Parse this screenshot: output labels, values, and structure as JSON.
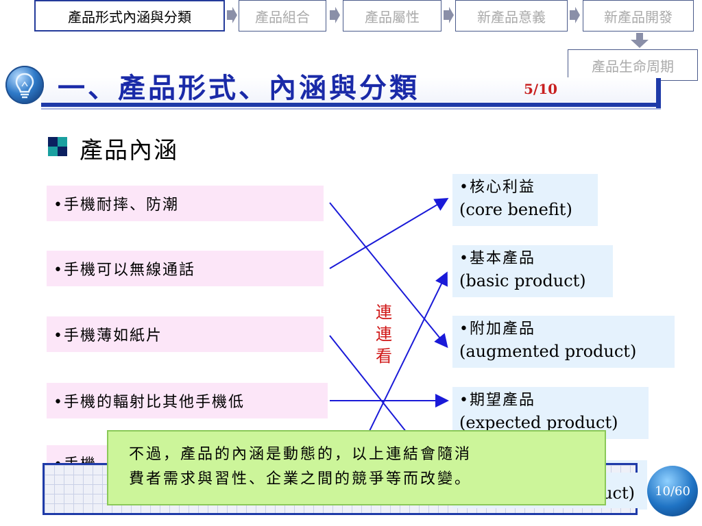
{
  "nav": {
    "items": [
      {
        "label": "產品形式內涵與分類"
      },
      {
        "label": "產品組合"
      },
      {
        "label": "產品屬性"
      },
      {
        "label": "新產品意義"
      },
      {
        "label": "新產品開發"
      }
    ],
    "sub_item": {
      "label": "產品生命周期"
    }
  },
  "title": {
    "text": "一、產品形式、內涵與分類",
    "fraction": "5/10"
  },
  "section": {
    "heading": "產品內涵"
  },
  "left_items": [
    "•手機耐摔、防潮",
    "•手機可以無線通話",
    "•手機薄如紙片",
    "•手機的輻射比其他手機低",
    "•手機"
  ],
  "right_items": [
    {
      "zh": "•核心利益",
      "en": "(core benefit)"
    },
    {
      "zh": "•基本產品",
      "en": "(basic product)"
    },
    {
      "zh": "•附加產品",
      "en": "(augmented product)"
    },
    {
      "zh": "•期望產品",
      "en": "(expected product)"
    },
    {
      "zh": "",
      "en": "uct)"
    }
  ],
  "connect_label": [
    "連",
    "連",
    "看"
  ],
  "note": {
    "line1": "不過，產品的內涵是動態的，以上連結會隨消",
    "line2": "費者需求與習性、企業之間的競爭等而改變。"
  },
  "page_badge": "10/60",
  "colors": {
    "title": "#1a2aa8",
    "accent_line": "#1e3aa8",
    "fraction": "#c82020",
    "connect_label": "#d01818",
    "line": "#1a1ad8",
    "left_bg": "#fce6f8",
    "right_bg": "#e5f2fd",
    "note_bg": "#ccf59a"
  }
}
